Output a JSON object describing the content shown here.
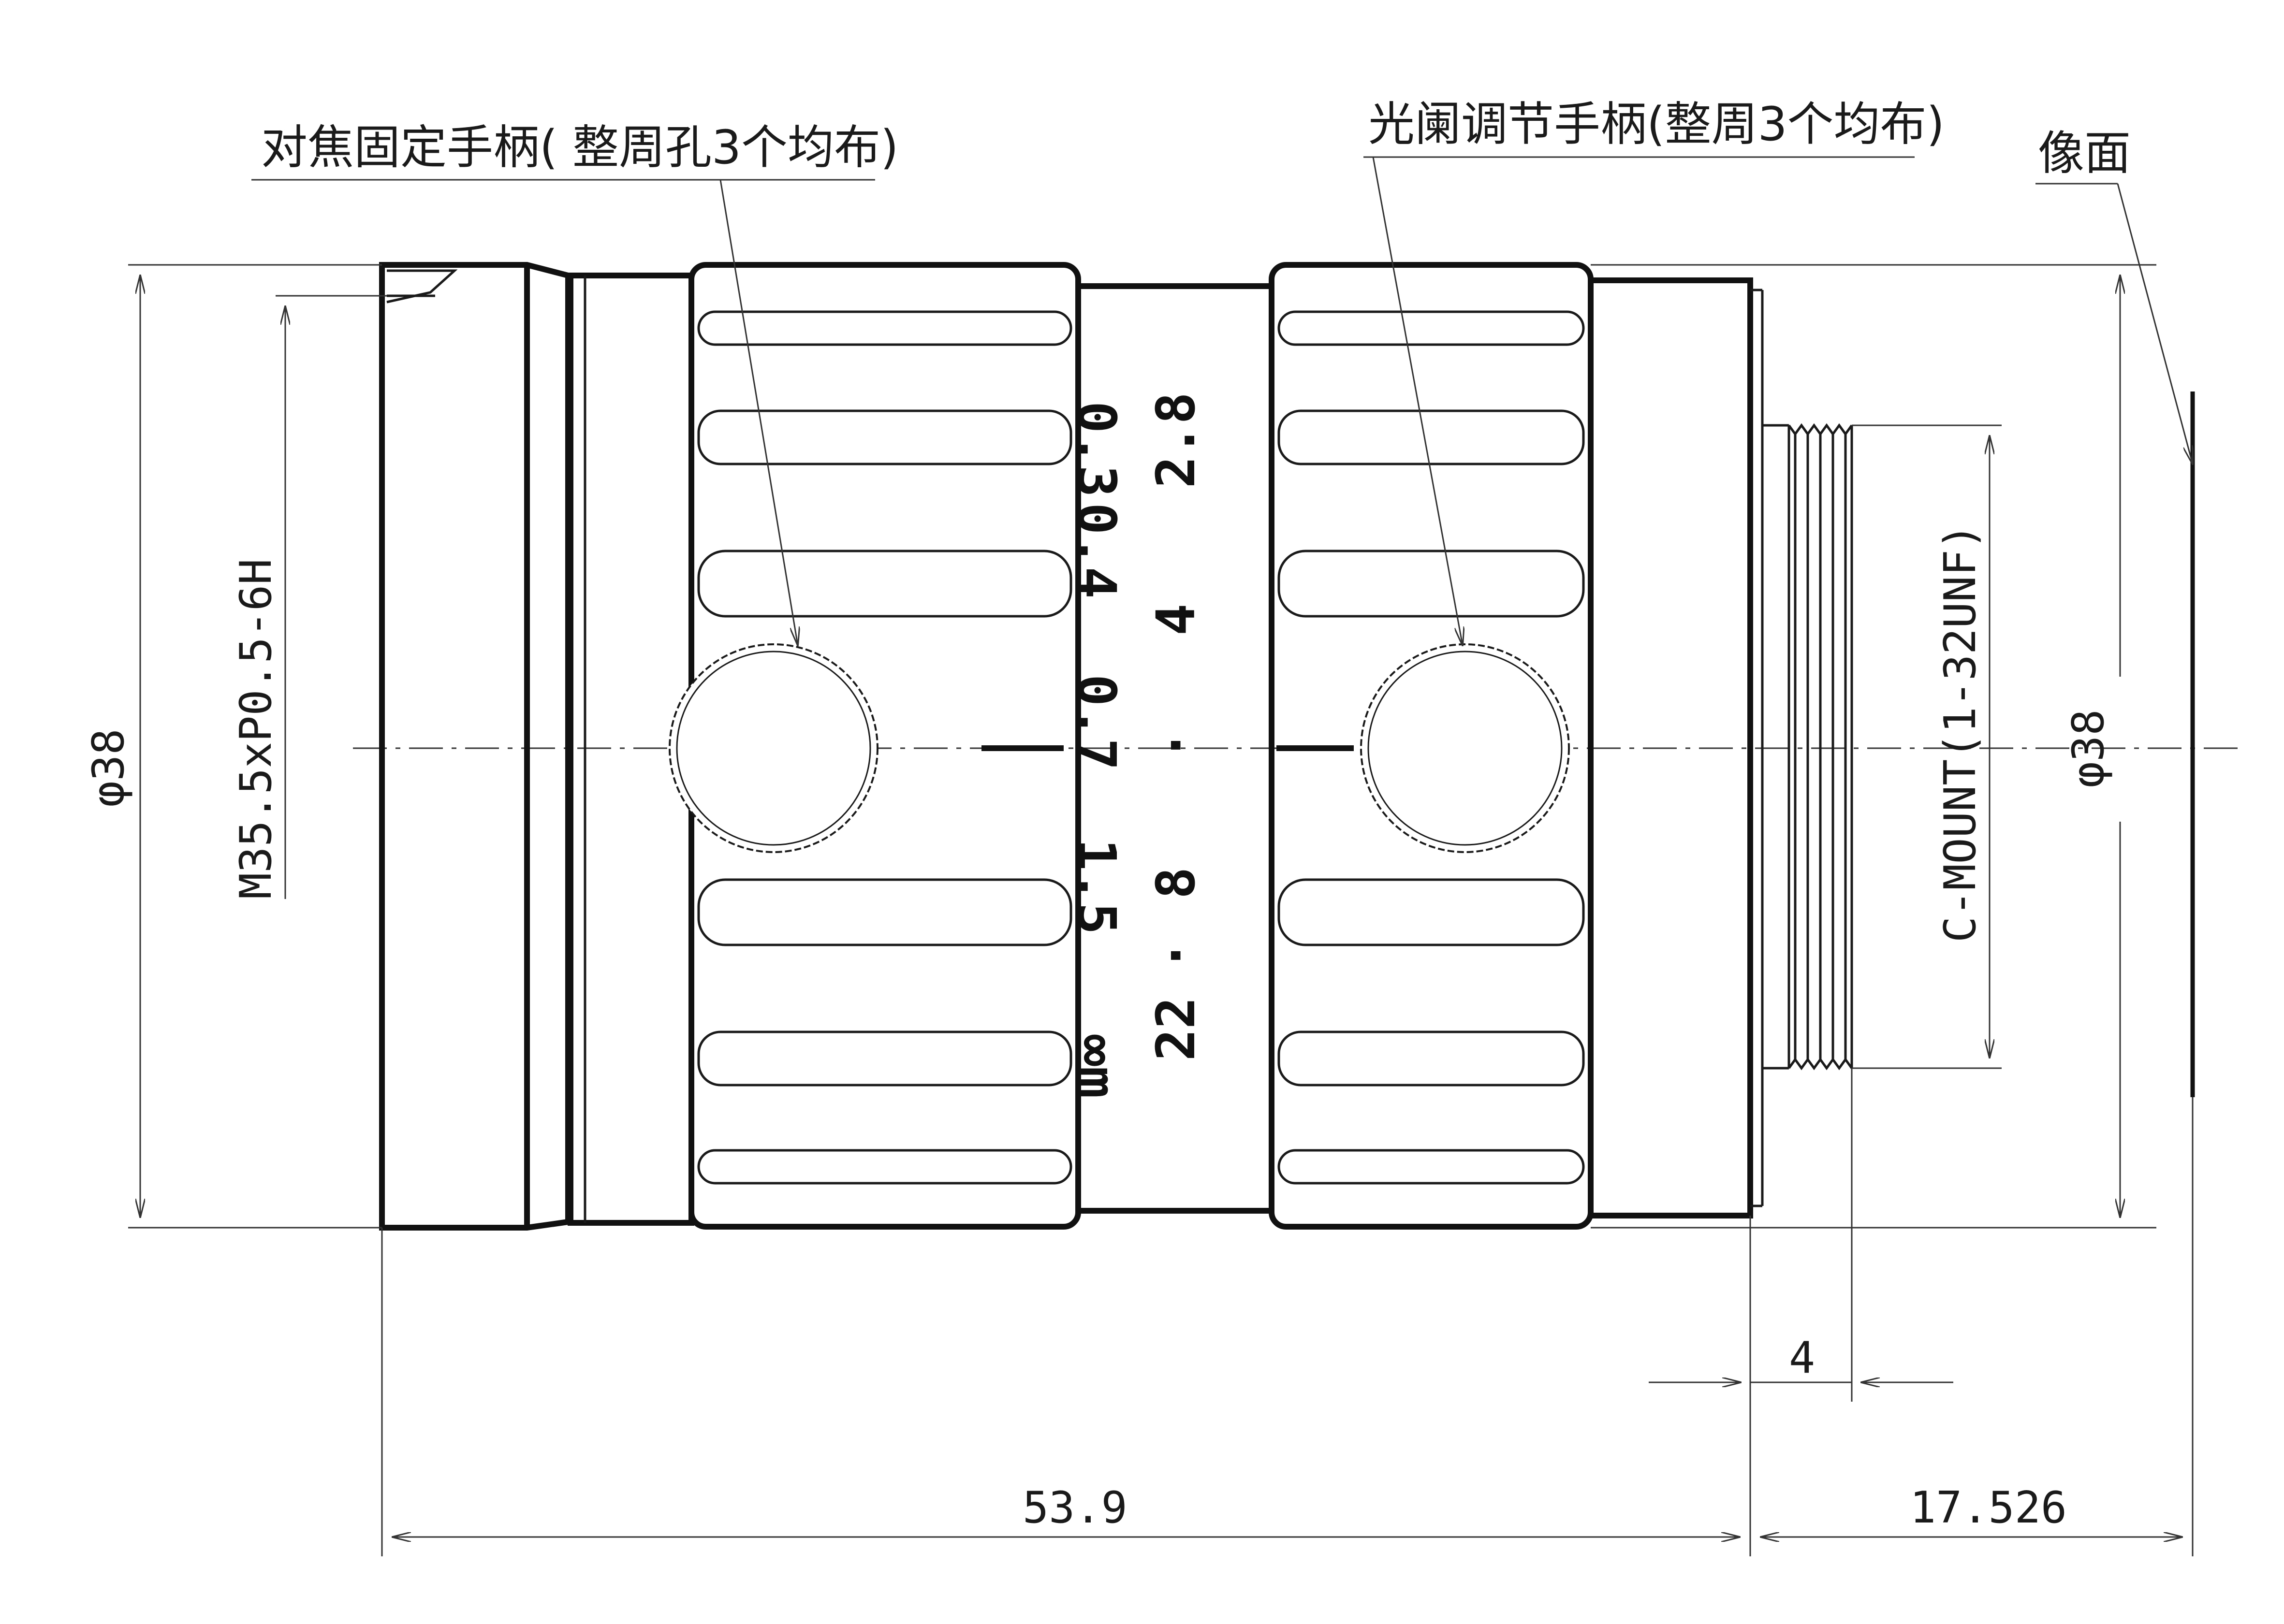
{
  "labels": {
    "focus_handle": "对焦固定手柄( 整周孔3个均布)",
    "iris_handle": "光阑调节手柄(整周3个均布)",
    "image_plane": "像面"
  },
  "dimensions": {
    "left_diameter": "φ38",
    "front_thread": "M35.5xP0.5-6H",
    "right_diameter": "φ38",
    "mount_thread": "C-MOUNT(1-32UNF)",
    "mount_depth": "4",
    "total_length": "53.9",
    "flange_distance": "17.526"
  },
  "focus_scale": [
    "0.3",
    "0.4",
    "0.7",
    "1.5",
    "∞m"
  ],
  "iris_scale": [
    "2.8",
    "4",
    "·",
    "8",
    "·",
    "22"
  ]
}
